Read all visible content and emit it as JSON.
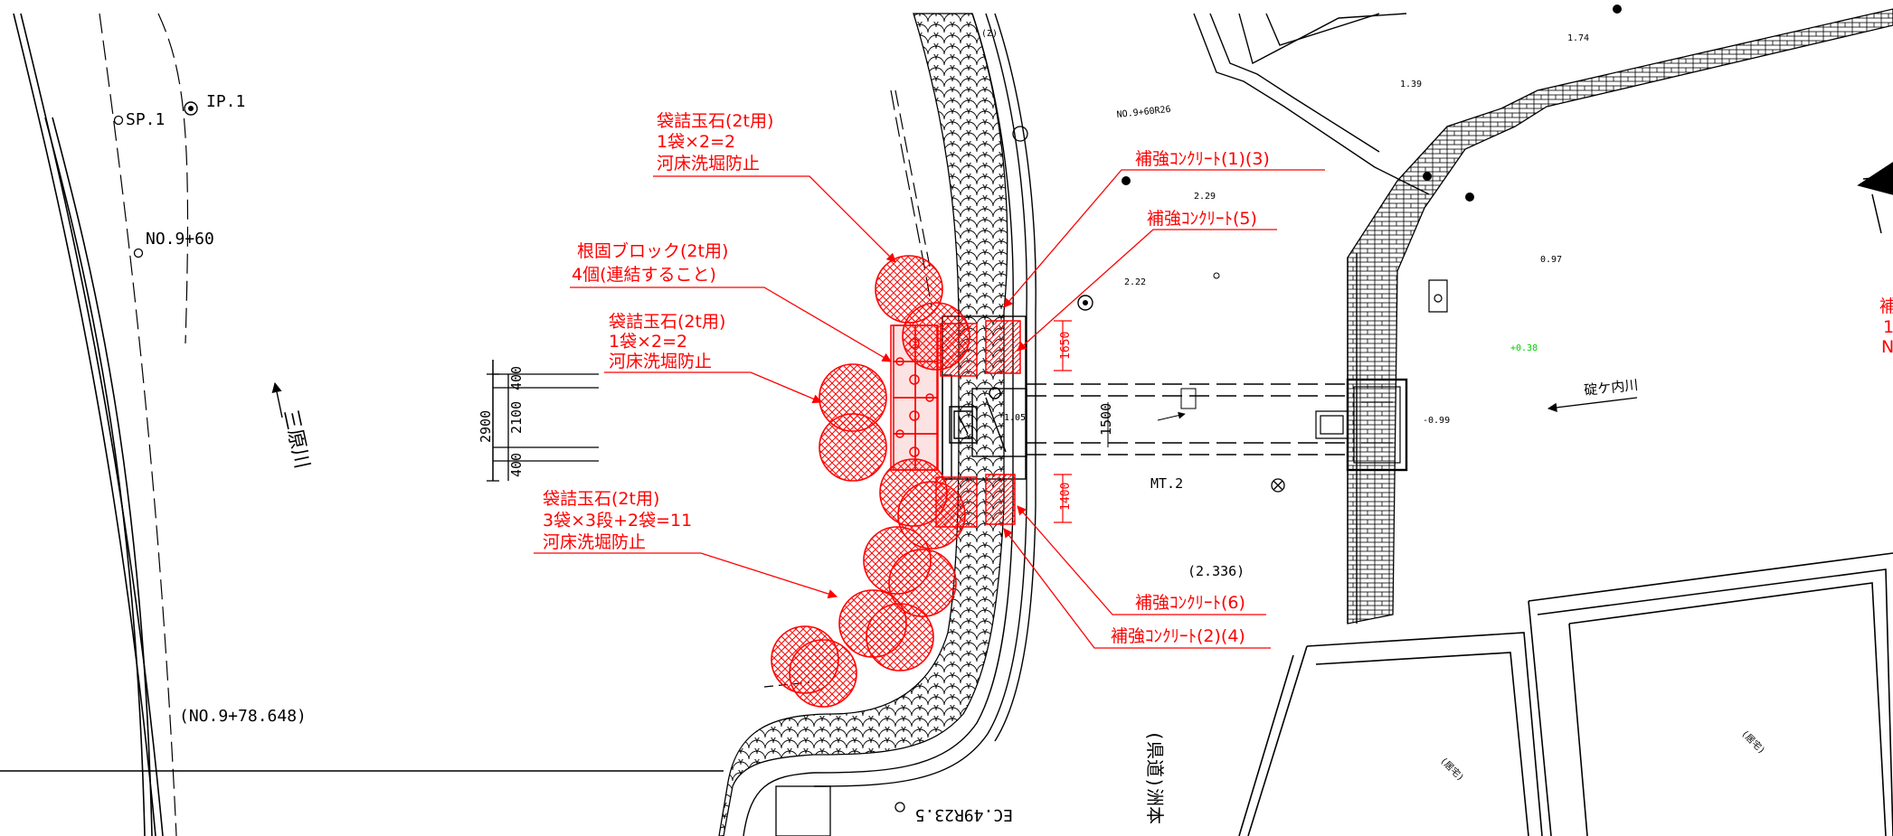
{
  "labels": {
    "bag1_title": "袋詰玉石(2t用)",
    "bag1_qty": "1袋×2=2",
    "bag1_note": "河床洗堀防止",
    "block_title": "根固ブロック(2t用)",
    "block_qty": "4個(連結すること)",
    "bag2_title": "袋詰玉石(2t用)",
    "bag2_qty": "1袋×2=2",
    "bag2_note": "河床洗堀防止",
    "bag3_title": "袋詰玉石(2t用)",
    "bag3_qty": "3袋×3段+2袋=11",
    "bag3_note": "河床洗堀防止",
    "rc13": "補強ｺﾝｸﾘｰﾄ(1)(3)",
    "rc5": "補強ｺﾝｸﾘｰﾄ(5)",
    "rc6": "補強ｺﾝｸﾘｰﾄ(6)",
    "rc24": "補強ｺﾝｸﾘｰﾄ(2)(4)",
    "edge_red": [
      "補",
      "1",
      "N"
    ]
  },
  "survey": {
    "sp1": "SP.1",
    "ip1": "IP.1",
    "no960": "NO.9+60",
    "no978": "(NO.9+78.648)",
    "no960r": "NO.9+60R26",
    "ec": "EC.49R23.5",
    "mt2": "MT.2",
    "river_mihara": "三原川",
    "river_jogauchi": "碇ケ内川",
    "road": "(県道)洲本",
    "elev": [
      "1.74",
      "1.39",
      "2.29",
      "2.22",
      "0.97",
      "-0.99",
      "(2.336)",
      "1.05"
    ],
    "green_elev": "+0.38",
    "house": "(居宅)",
    "misc": "(Z)"
  },
  "dimensions": {
    "d2900": "2900",
    "d2100": "2100",
    "d400a": "400",
    "d400b": "400",
    "d1650": "1650",
    "d1500": "1500",
    "d1400": "1400"
  },
  "colors": {
    "annotation": "#ff0000",
    "linework": "#000000",
    "elevation_highlight": "#00cc00"
  }
}
